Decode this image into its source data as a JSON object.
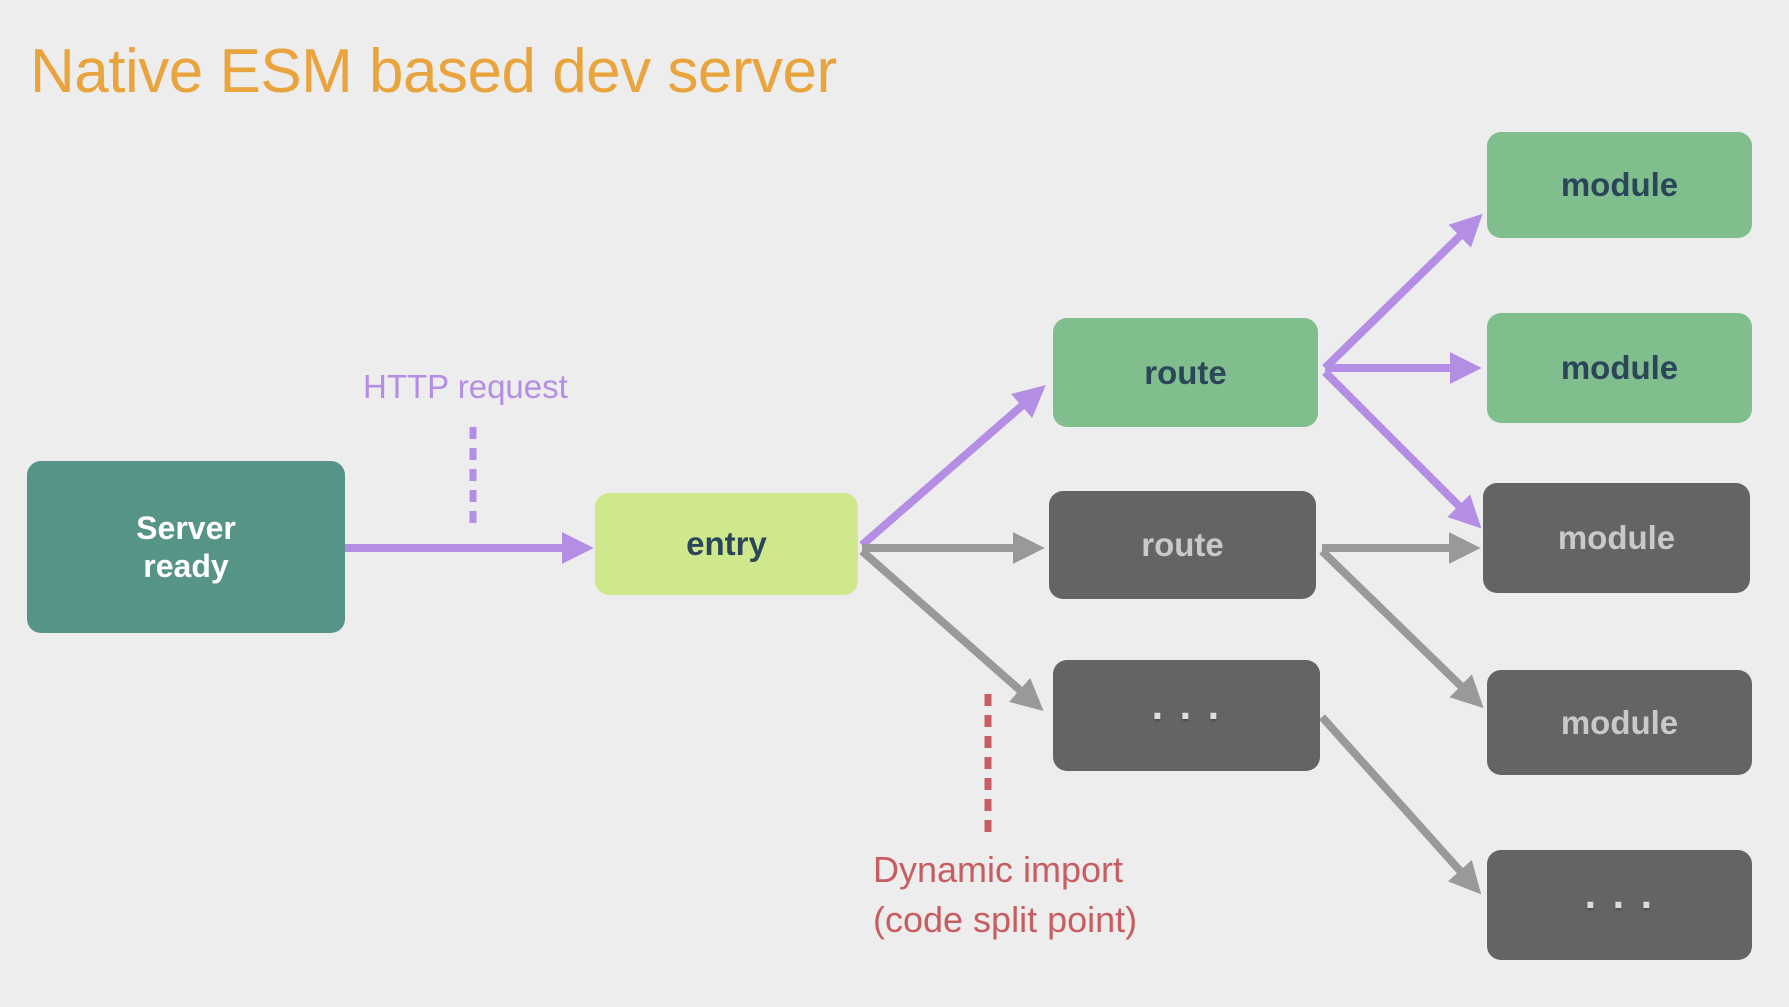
{
  "title": "Native ESM based dev server",
  "colors": {
    "background": "#EDEDED",
    "title": "#E9A43E",
    "teal": "#579488",
    "lime": "#CFE88C",
    "green": "#81BE8D",
    "dark_gray": "#646464",
    "purple": "#B48DE4",
    "gray_arrow": "#999999",
    "red": "#C75D60",
    "dark_text": "#2C4659",
    "light_text": "#C9C9C9",
    "white_text": "#FFFFFF",
    "dots_text": "#DEDEDE"
  },
  "labels": {
    "http_request": "HTTP request",
    "dynamic_import_line1": "Dynamic import",
    "dynamic_import_line2": "(code split point)"
  },
  "nodes": {
    "server": {
      "label": "Server\nready"
    },
    "entry": {
      "label": "entry"
    },
    "route_green": {
      "label": "route"
    },
    "route_gray": {
      "label": "route"
    },
    "dots_mid": {
      "label": "···"
    },
    "module_top": {
      "label": "module"
    },
    "module_second": {
      "label": "module"
    },
    "module_third": {
      "label": "module"
    },
    "module_fourth": {
      "label": "module"
    },
    "dots_bottom": {
      "label": "···"
    }
  },
  "edges": {
    "server_to_entry": "HTTP request (purple)",
    "entry_to_route_green": "purple",
    "entry_to_route_gray": "gray",
    "entry_to_dots_mid": "gray dynamic import",
    "route_green_to_module_top": "purple",
    "route_green_to_module_second": "purple",
    "route_green_to_module_third": "purple",
    "route_gray_to_module_third": "gray",
    "route_gray_to_module_fourth": "gray",
    "dots_mid_to_dots_bottom": "gray"
  }
}
